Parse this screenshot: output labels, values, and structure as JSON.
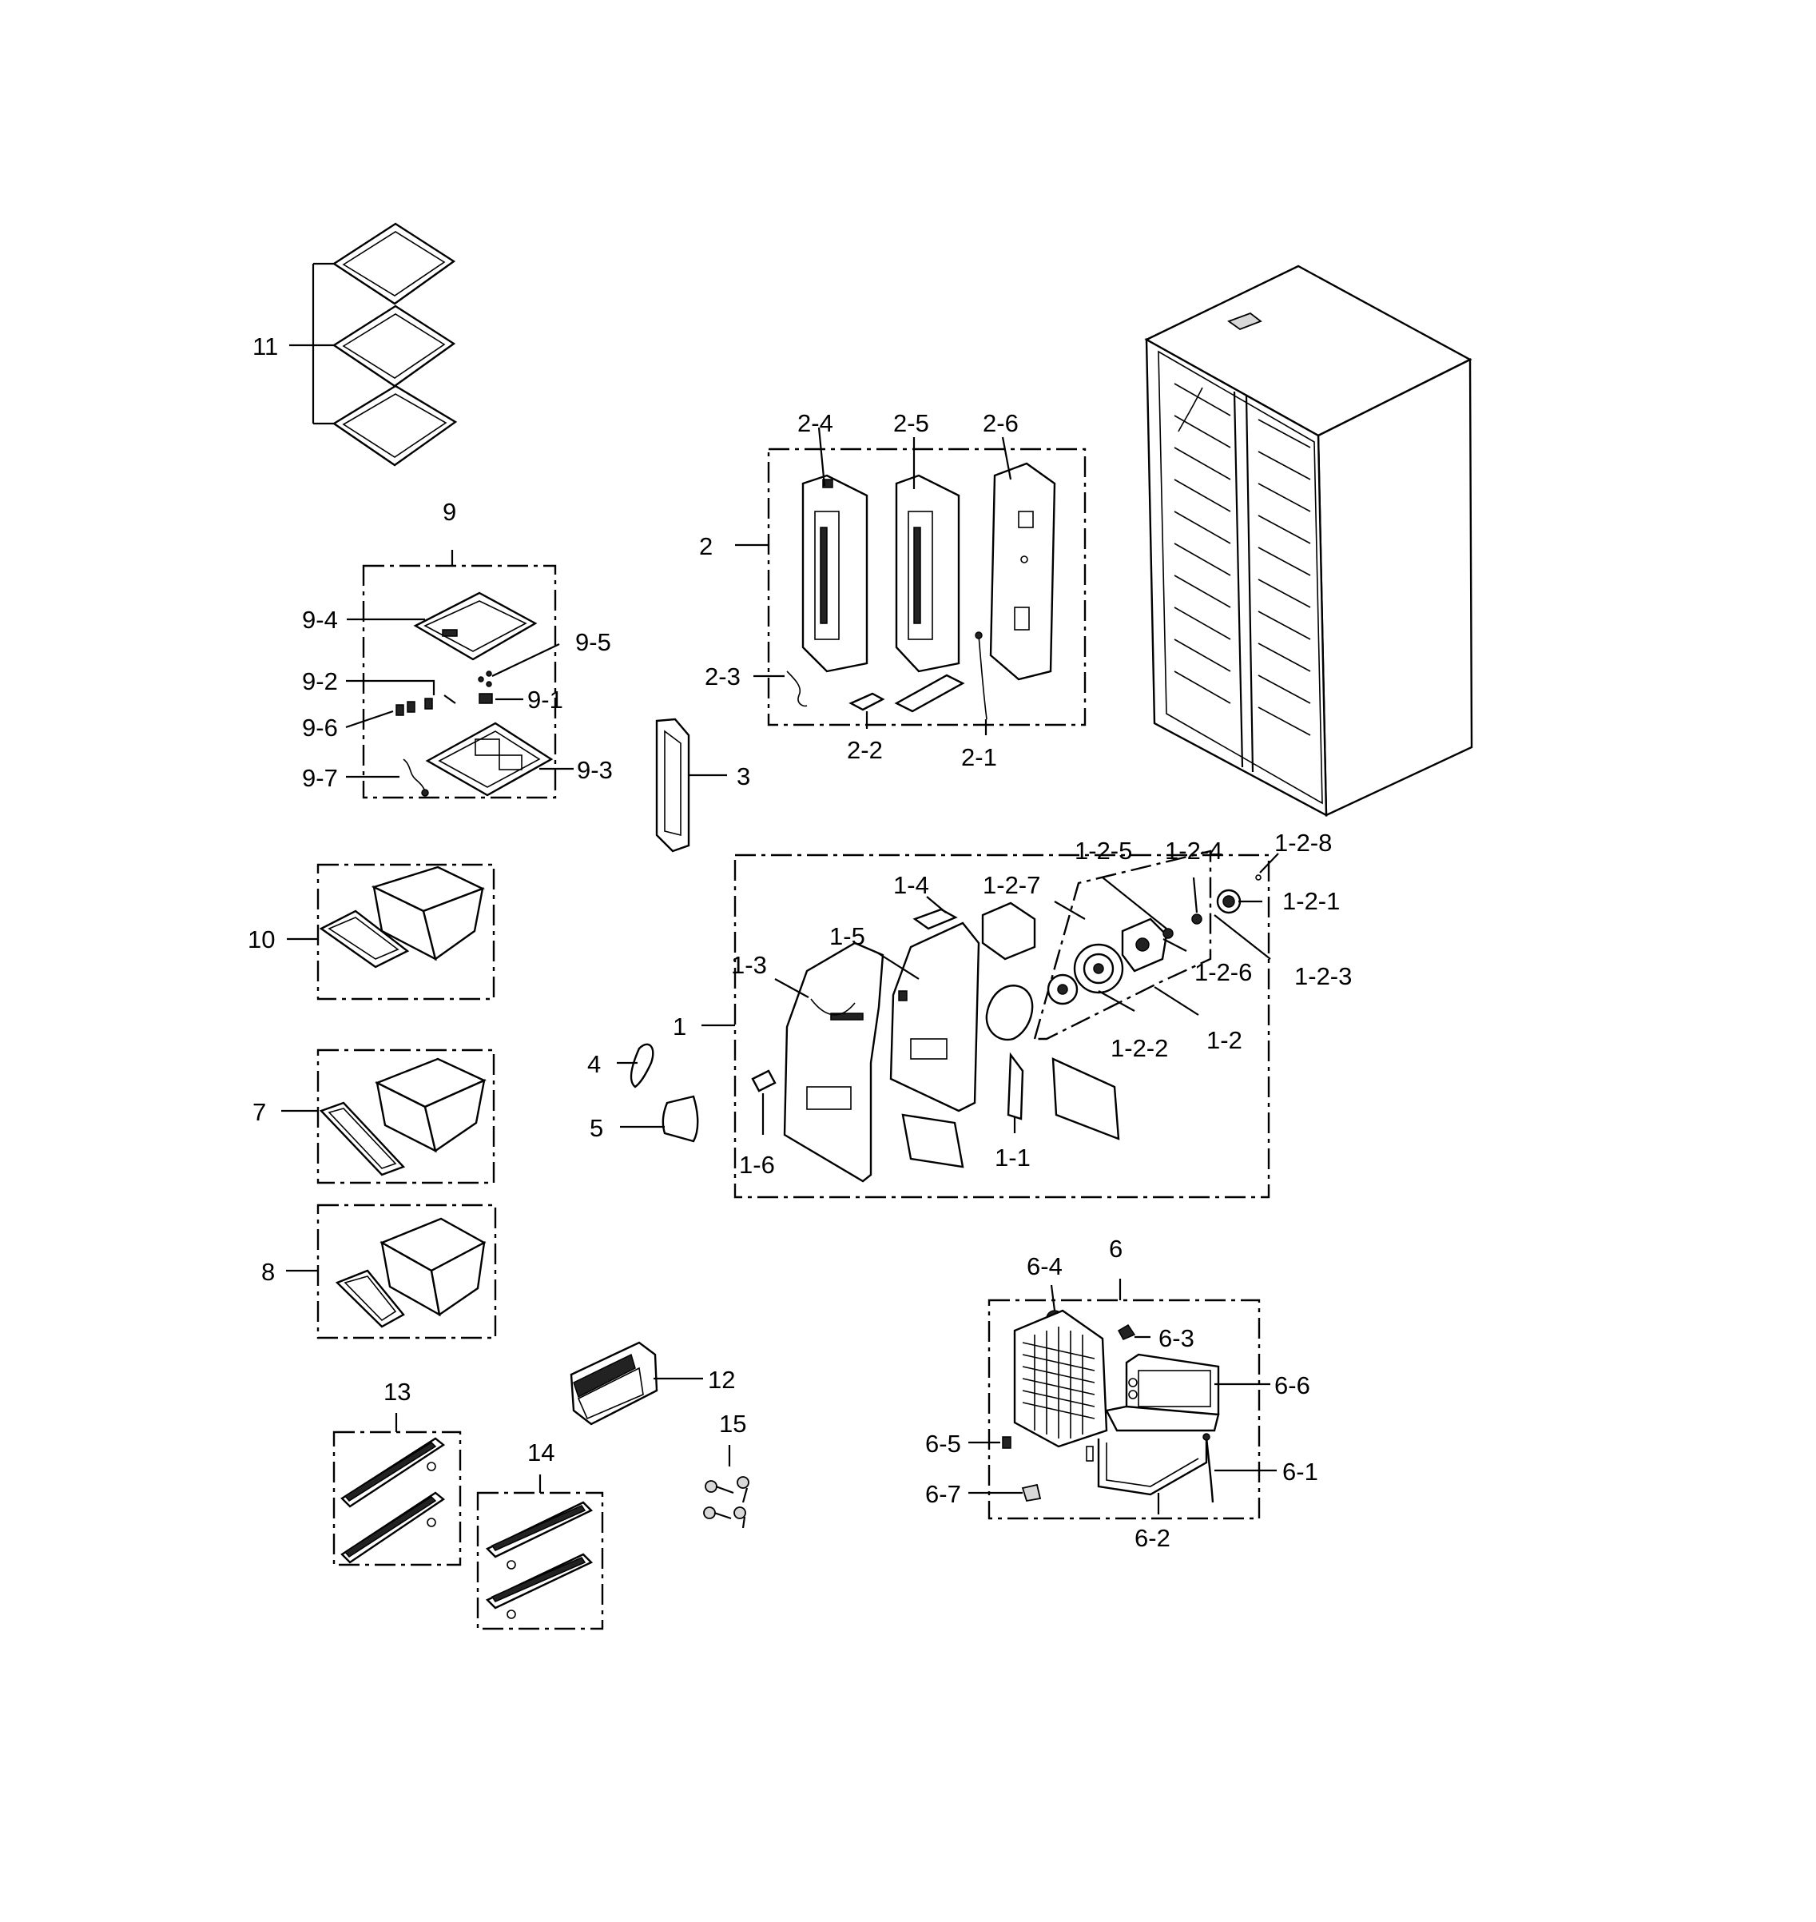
{
  "diagram": {
    "labels": {
      "p11": "11",
      "p9": "9",
      "p9_4": "9-4",
      "p9_5": "9-5",
      "p9_2": "9-2",
      "p9_1": "9-1",
      "p9_6": "9-6",
      "p9_7": "9-7",
      "p9_3": "9-3",
      "p10": "10",
      "p7": "7",
      "p8": "8",
      "p13": "13",
      "p14": "14",
      "p12": "12",
      "p15": "15",
      "p2": "2",
      "p2_4": "2-4",
      "p2_5": "2-5",
      "p2_6": "2-6",
      "p2_3": "2-3",
      "p2_2": "2-2",
      "p2_1": "2-1",
      "p3": "3",
      "p4": "4",
      "p5": "5",
      "p1": "1",
      "p1_1": "1-1",
      "p1_2": "1-2",
      "p1_3": "1-3",
      "p1_4": "1-4",
      "p1_5": "1-5",
      "p1_6": "1-6",
      "p1_2_1": "1-2-1",
      "p1_2_2": "1-2-2",
      "p1_2_3": "1-2-3",
      "p1_2_4": "1-2-4",
      "p1_2_5": "1-2-5",
      "p1_2_6": "1-2-6",
      "p1_2_7": "1-2-7",
      "p1_2_8": "1-2-8",
      "p6": "6",
      "p6_1": "6-1",
      "p6_2": "6-2",
      "p6_3": "6-3",
      "p6_4": "6-4",
      "p6_5": "6-5",
      "p6_6": "6-6",
      "p6_7": "6-7"
    }
  }
}
